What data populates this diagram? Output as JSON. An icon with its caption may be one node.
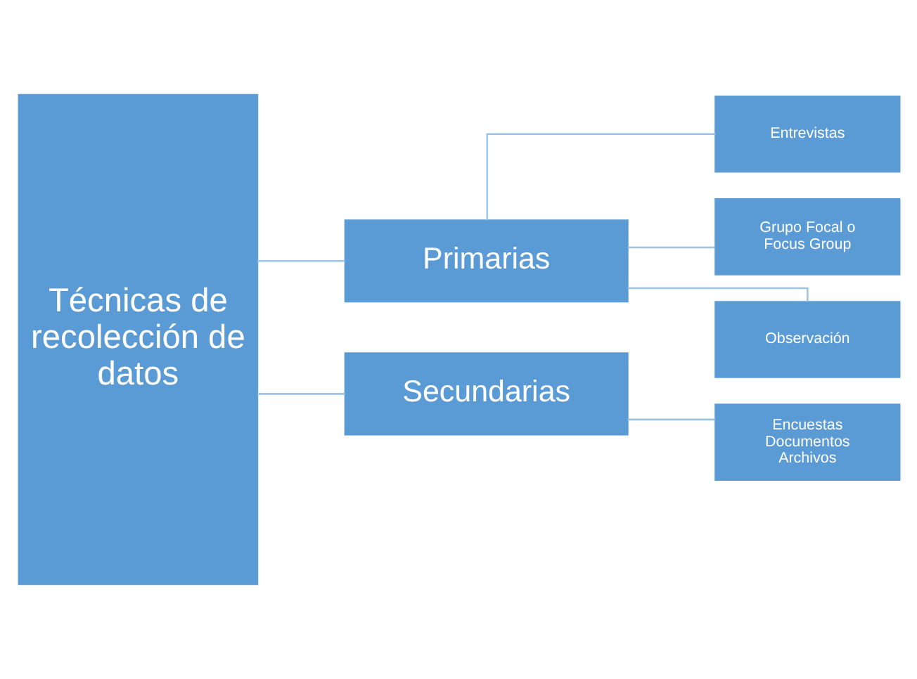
{
  "diagram": {
    "nodes": [
      {
        "text": [
          "Técnicas de recolección de datos"
        ]
      },
      {
        "text": [
          "Primarias"
        ]
      },
      {
        "text": [
          "Secundarias"
        ]
      },
      {
        "text": [
          "Entrevistas"
        ]
      },
      {
        "text": [
          "Grupo Focal o Focus Group"
        ]
      },
      {
        "text": [
          "Observación"
        ]
      },
      {
        "text": [
          "Encuestas Documentos Archivos"
        ]
      }
    ],
    "edges": [
      {
        "from": 0,
        "to": 1,
        "arrow": "none"
      },
      {
        "from": 0,
        "to": 2,
        "arrow": "none"
      },
      {
        "from": 1,
        "to": 3,
        "arrow": "none"
      },
      {
        "from": 1,
        "to": 4,
        "arrow": "none"
      },
      {
        "from": 1,
        "to": 5,
        "arrow": "none"
      },
      {
        "from": 2,
        "to": 6,
        "arrow": "none"
      }
    ]
  }
}
